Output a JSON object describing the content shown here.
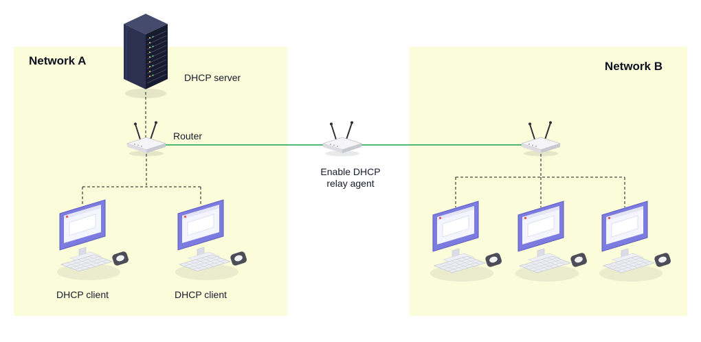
{
  "networks": {
    "a": {
      "title": "Network A",
      "server_label": "DHCP server",
      "router_label": "Router",
      "client_labels": [
        "DHCP client",
        "DHCP client"
      ]
    },
    "b": {
      "title": "Network B"
    }
  },
  "relay": {
    "line1": "Enable DHCP",
    "line2": "relay agent"
  },
  "icons": {
    "server": "server-rack-icon",
    "router": "wireless-router-icon",
    "client": "desktop-computer-icon"
  },
  "colors": {
    "panel_bg": "#fbfcd9",
    "link_green": "#17a24b",
    "dash_color": "#16161d",
    "text_color": "#161a2b",
    "title_color": "#0c1020"
  }
}
